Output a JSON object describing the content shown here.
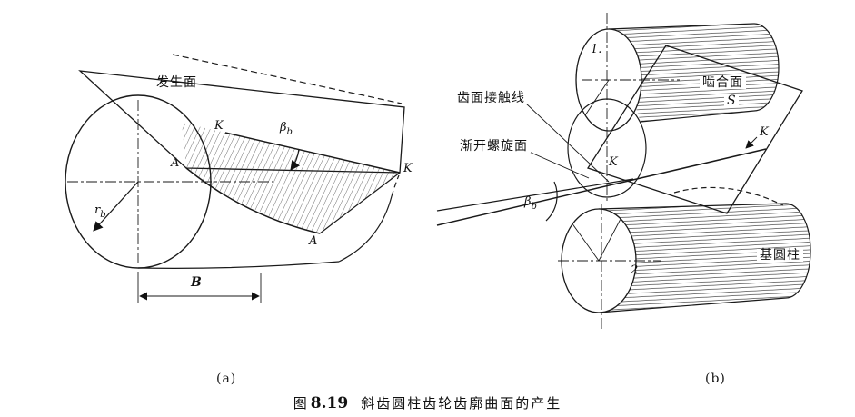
{
  "caption": {
    "fig_word": "图",
    "fig_number": "8.19",
    "title": "斜齿圆柱齿轮齿廓曲面的产生"
  },
  "figure_a": {
    "sublabel": "(a)",
    "generating_plane_label": "发生面",
    "point_k_left": "K",
    "point_k_right": "K",
    "point_a_left": "A",
    "point_a_right": "A",
    "base_radius_symbol": "r",
    "base_radius_sub": "b",
    "helix_angle_symbol": "β",
    "helix_angle_sub": "b",
    "face_width_label": "B"
  },
  "figure_b": {
    "sublabel": "(b)",
    "contact_line_label": "齿面接触线",
    "helicoid_label": "渐开螺旋面",
    "meshing_plane_label": "啮合面",
    "meshing_plane_symbol": "S",
    "base_cylinder_label": "基圆柱",
    "gear1_label": "1.",
    "gear2_label": "2",
    "point_k_mid": "K",
    "point_k_right": "K",
    "helix_angle_symbol": "β",
    "helix_angle_sub": "b"
  }
}
